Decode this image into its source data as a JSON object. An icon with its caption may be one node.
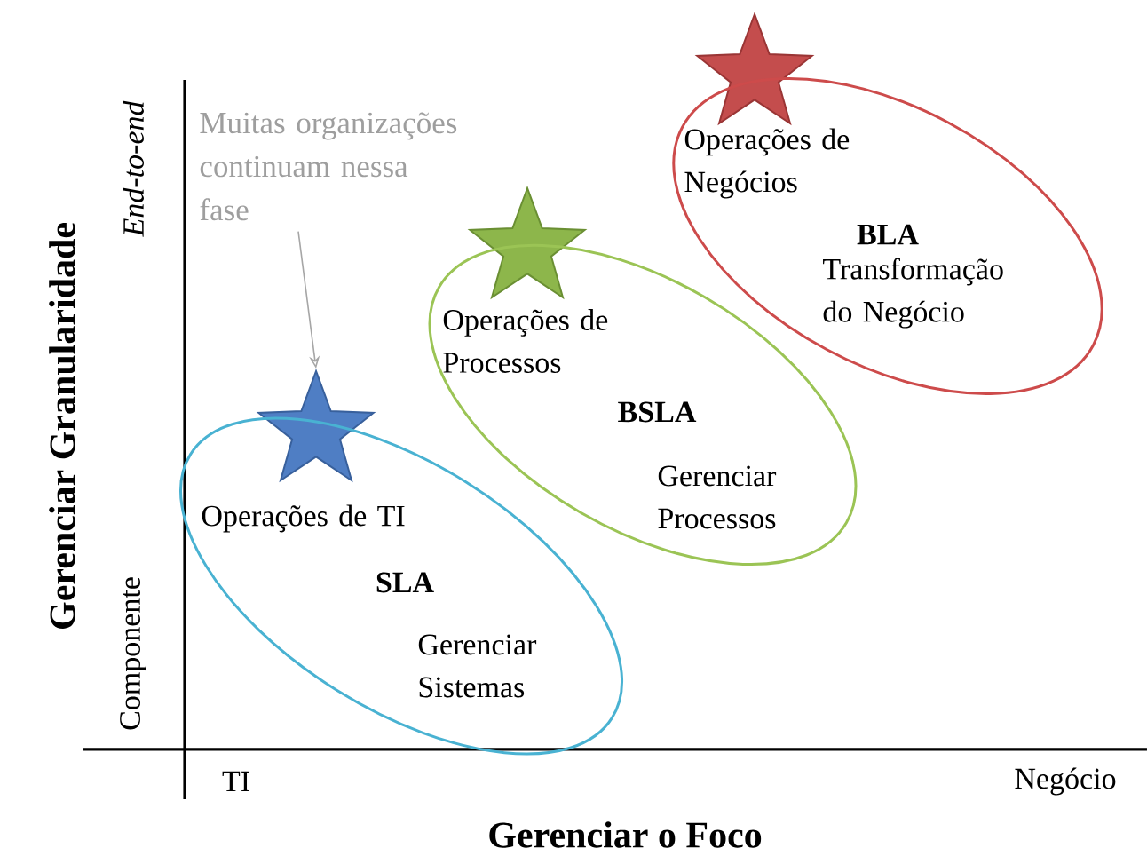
{
  "diagram": {
    "nodes": [
      {
        "text": [
          "Muitas organizações continuam nessa fase"
        ]
      },
      {
        "text": [],
        "shape": "star"
      },
      {
        "text": [
          "Operações de TI",
          "SLA",
          "Gerenciar Sistemas"
        ]
      },
      {
        "text": [],
        "shape": "star"
      },
      {
        "text": [
          "Operações de Processos",
          "BSLA",
          "Gerenciar Processos"
        ]
      },
      {
        "text": [],
        "shape": "star"
      },
      {
        "text": [
          "Operações de Negócios",
          "BLA",
          "Transformação do Negócio"
        ]
      }
    ],
    "edges": [
      {
        "from": 0,
        "to": 1,
        "arrow": "to",
        "color": "#a6a6a6"
      }
    ],
    "labels": [
      "Gerenciar Granularidade",
      "End-to-end",
      "Componente",
      "TI",
      "Negócio",
      "Gerenciar o Foco"
    ]
  }
}
